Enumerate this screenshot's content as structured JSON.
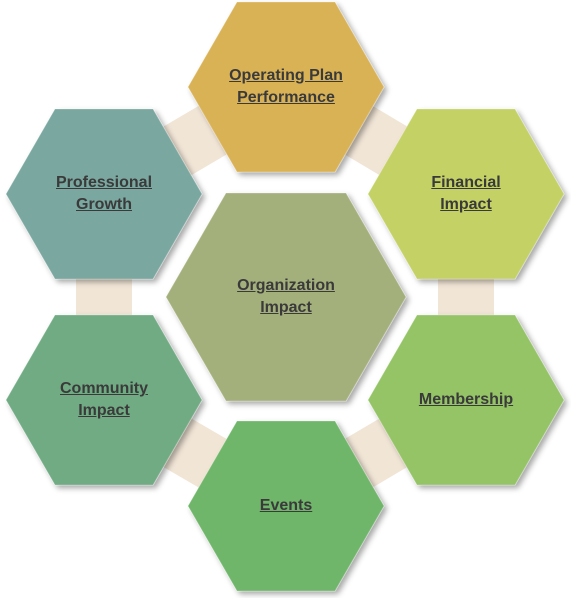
{
  "diagram": {
    "center": {
      "label": "Organization\nImpact",
      "color": "#a4b07c"
    },
    "nodes": [
      {
        "id": "operating-plan",
        "label": "Operating Plan\nPerformance",
        "color": "#d9b256"
      },
      {
        "id": "financial",
        "label": "Financial\nImpact",
        "color": "#c4d165"
      },
      {
        "id": "membership",
        "label": "Membership",
        "color": "#94c466"
      },
      {
        "id": "events",
        "label": "Events",
        "color": "#6fb66a"
      },
      {
        "id": "community",
        "label": "Community\nImpact",
        "color": "#71ab83"
      },
      {
        "id": "professional",
        "label": "Professional\nGrowth",
        "color": "#7aa79f"
      }
    ],
    "connector_color": "#f1e5d6"
  }
}
